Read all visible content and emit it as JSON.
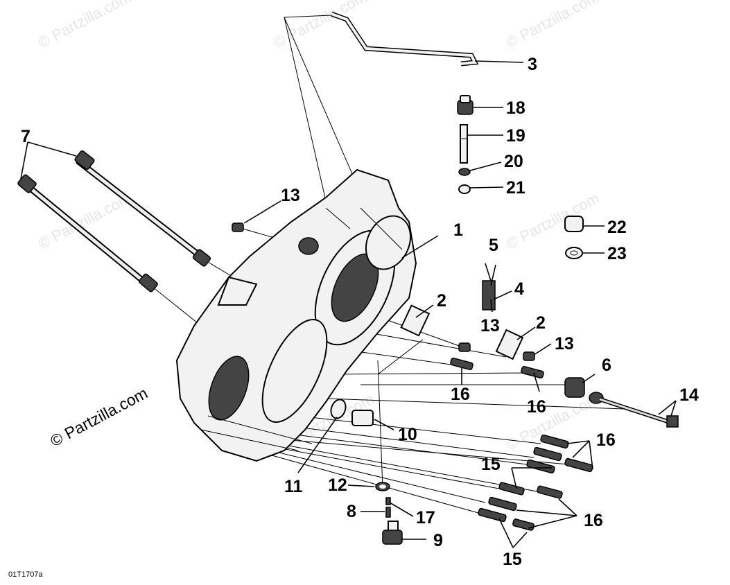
{
  "watermark": "© Partzilla.com",
  "copyright": "© Partzilla.com",
  "diagram_code": "01T1707a",
  "callouts": {
    "c1": "1",
    "c2a": "2",
    "c2b": "2",
    "c3": "3",
    "c4": "4",
    "c5": "5",
    "c6": "6",
    "c7": "7",
    "c8": "8",
    "c9": "9",
    "c10": "10",
    "c11": "11",
    "c12": "12",
    "c13a": "13",
    "c13b": "13",
    "c13c": "13",
    "c14": "14",
    "c15a": "15",
    "c15b": "15",
    "c16a": "16",
    "c16b": "16",
    "c16c": "16",
    "c16d": "16",
    "c17": "17",
    "c18": "18",
    "c19": "19",
    "c20": "20",
    "c21": "21",
    "c22": "22",
    "c23": "23"
  }
}
